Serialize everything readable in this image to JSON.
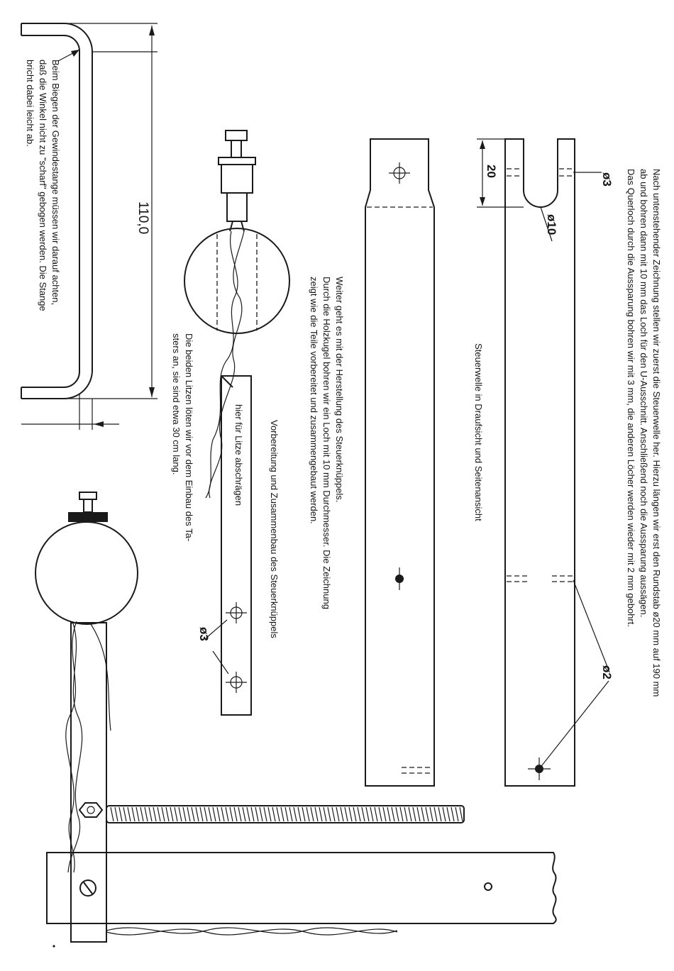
{
  "instructions": {
    "line1": "Nach untenstehender Zeichnung stellen wir zuerst die Steuerwelle her.  Hierzu längen wir erst den Rundstab ø20 mm auf 190 mm",
    "line2": "ab und bohren dann mit 10 mm das Loch für den U-Ausschnitt.  Anschließend noch die Aussparung aussägen.",
    "line3": "Das Querloch durch die Aussparung bohren wir mit 3 mm, die anderen Löcher werden wieder mit 2 mm gebohrt."
  },
  "shaft": {
    "caption": "Steuerwelle in Draufsicht und Seitenansicht",
    "dim_20": "20",
    "dim_d3": "ø3",
    "dim_d10": "ø10",
    "dim_d2": "ø2"
  },
  "stick": {
    "text_line1": "Weiter geht es mit der Herstellung des Steuerknüppels.",
    "text_line2": "Durch die Holzkugel bohren wir ein Loch mit 10 mm Durchmesser.  Die Zeichnung",
    "text_line3": "zeigt wie die Teile vorbereitet und zusammengebaut werden.",
    "caption": "Vorbereitung und Zusammenbau des Steuerknüppels",
    "bevel_note": "hier für Litze abschrägen",
    "dim_d3": "ø3",
    "solder_line1": "Die beiden Litzen löten wir vor dem Einbau des Ta-",
    "solder_line2": "sters an, sie sind etwa 30 cm lang."
  },
  "rod": {
    "dim_110": "110,0",
    "note_line1": "Beim  Biegen  der  Gewindestange  müssen  wir  darauf  achten,",
    "note_line2": "daß die Winkel nicht zu \"scharf\" gebogen werden.  Die Stange",
    "note_line3": "bricht dabei leicht ab."
  }
}
